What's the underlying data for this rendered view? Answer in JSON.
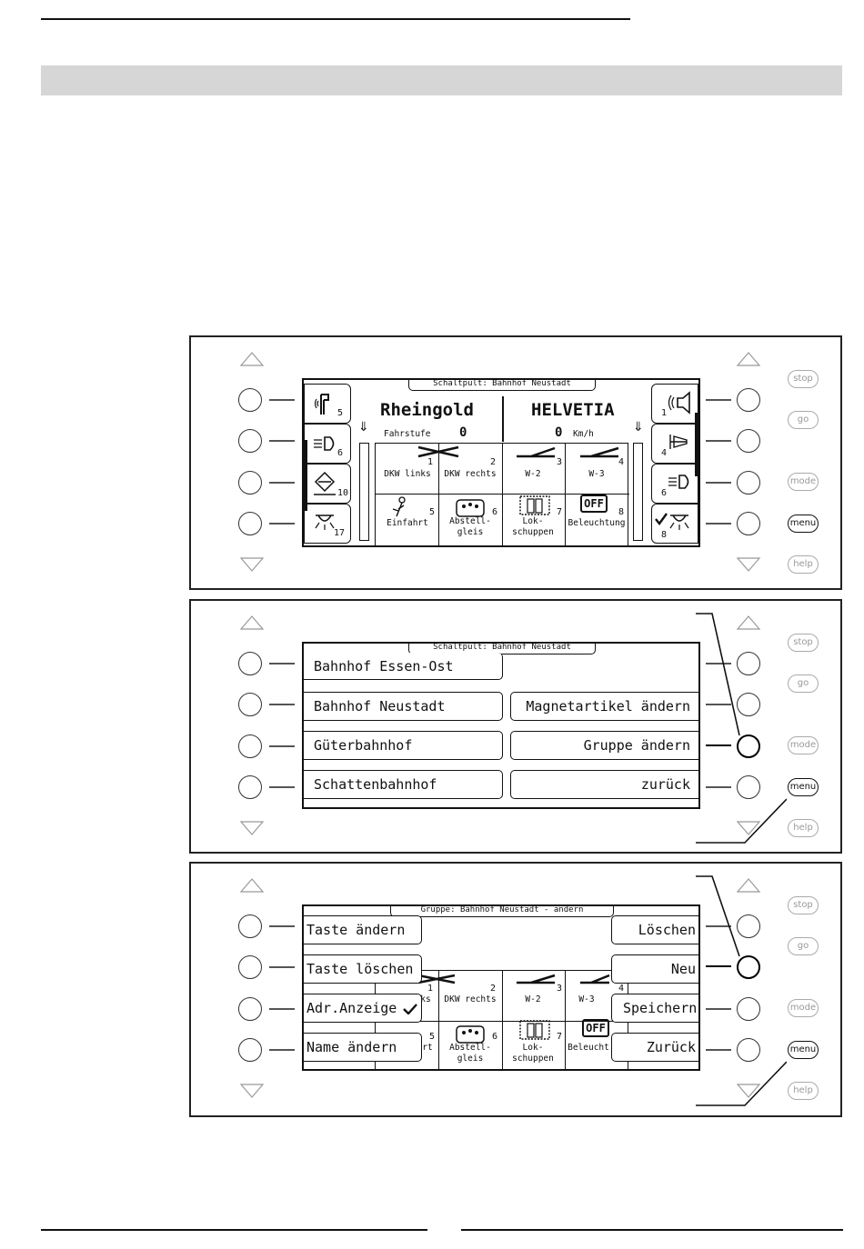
{
  "panel1": {
    "screen_title": "Schaltpult: Bahnhof Neustadt",
    "loco_left": "Rheingold",
    "loco_right": "HELVETIA",
    "fahrstufe_label": "Fahrstufe",
    "fahrstufe_value": "0",
    "speed_value": "0",
    "speed_unit": "Km/h",
    "left_tabs": [
      {
        "num": "5",
        "icon": "signal-icon"
      },
      {
        "num": "6",
        "icon": "headlight-icon"
      },
      {
        "num": "10",
        "icon": "coupler-icon"
      },
      {
        "num": "17",
        "icon": "lamp-icon"
      }
    ],
    "right_tabs": [
      {
        "num": "1",
        "icon": "speaker-icon"
      },
      {
        "num": "4",
        "icon": "horn-icon"
      },
      {
        "num": "6",
        "icon": "headlight-icon"
      },
      {
        "num": "8",
        "icon": "lamp-check-icon"
      }
    ],
    "cells": [
      {
        "num": "1",
        "num2": "2",
        "label": "DKW links",
        "label2": "DKW rechts"
      },
      {
        "num": "3",
        "label": "W-2"
      },
      {
        "num": "4",
        "label": "W-3"
      },
      {
        "num": "5",
        "label": "Einfahrt"
      },
      {
        "num": "6",
        "label": "Abstell-",
        "label2": "gleis"
      },
      {
        "num": "7",
        "label": "Lok-",
        "label2": "schuppen"
      },
      {
        "num": "8",
        "label": "Beleuchtung",
        "badge": "OFF"
      }
    ]
  },
  "panel2": {
    "screen_title": "Schaltpult: Bahnhof Neustadt",
    "left_items": [
      "Bahnhof Essen-Ost",
      "Bahnhof Neustadt",
      "Güterbahnhof",
      "Schattenbahnhof"
    ],
    "right_items": [
      "Magnetartikel ändern",
      "Gruppe ändern",
      "zurück"
    ]
  },
  "panel3": {
    "screen_title": "Gruppe: Bahnhof Neustadt - ändern",
    "left_items": [
      "Taste ändern",
      "Taste löschen",
      "Adr.Anzeige",
      "Name ändern"
    ],
    "right_items": [
      "Löschen",
      "Neu",
      "Speichern",
      "Zurück"
    ],
    "bg_cells": {
      "nums": [
        "1",
        "2",
        "3",
        "4",
        "5",
        "6",
        "7"
      ],
      "labels": [
        "ks",
        "DKW rechts",
        "W-2",
        "W-3",
        "rt",
        "Abstell-",
        "gleis",
        "Lok-",
        "schuppen",
        "Beleucht"
      ],
      "badge": "OFF"
    }
  },
  "side_buttons": {
    "stop": "stop",
    "go": "go",
    "mode": "mode",
    "menu": "menu",
    "help": "help"
  }
}
